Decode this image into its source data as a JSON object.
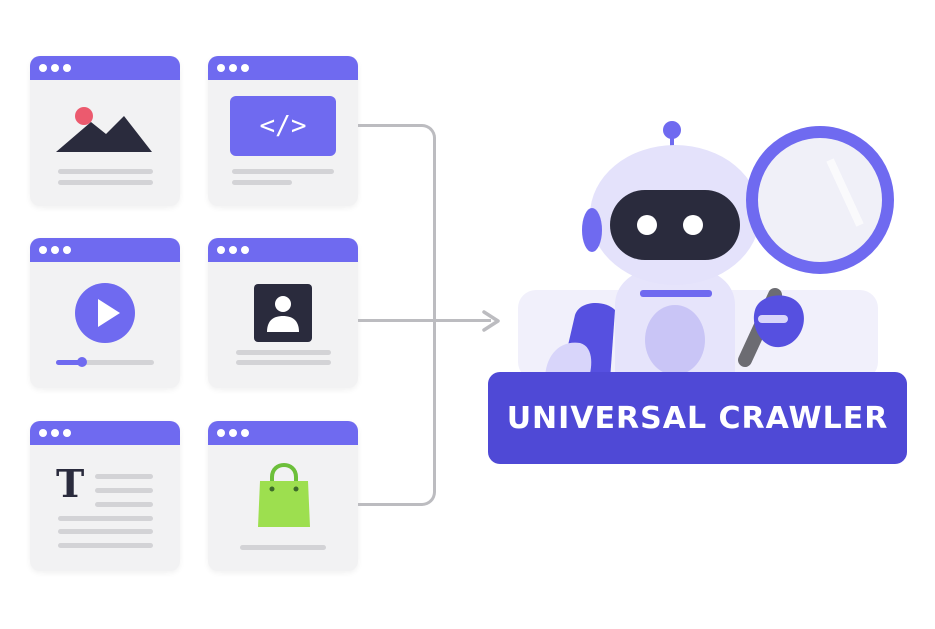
{
  "diagram": {
    "title": "UNIVERSAL CRAWLER",
    "colors": {
      "accent": "#6f6af0",
      "banner": "#4f49d6",
      "card_bg": "#f2f2f3",
      "dark": "#2a2b3d",
      "connector": "#bcbcc0",
      "image_sun": "#ec5a6e",
      "bag": "#9ddf4f"
    },
    "sources": [
      {
        "id": "image",
        "icon": "image-mountain-icon"
      },
      {
        "id": "code",
        "icon": "code-icon",
        "glyph": "</>"
      },
      {
        "id": "video",
        "icon": "play-icon"
      },
      {
        "id": "profile",
        "icon": "user-profile-icon"
      },
      {
        "id": "text",
        "icon": "text-icon",
        "glyph": "T"
      },
      {
        "id": "shop",
        "icon": "shopping-bag-icon"
      }
    ],
    "target": {
      "label": "UNIVERSAL CRAWLER",
      "icon": "robot-with-magnifier-icon"
    }
  }
}
